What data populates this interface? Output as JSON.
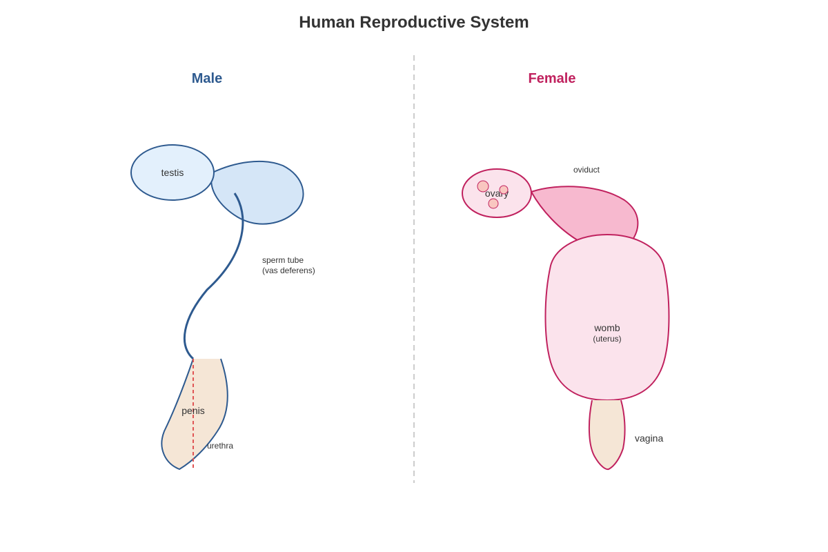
{
  "title": "Human Reproductive System",
  "colors": {
    "male_accent": "#2e5a8f",
    "female_accent": "#c0215e",
    "skin_fill": "#f5e6d6",
    "testis_fill": "#e3f0fc",
    "epididymis_fill": "#d5e6f7",
    "ovary_fill": "#fbe3ec",
    "oviduct_fill": "#f7b9cf",
    "womb_fill": "#fbe3ec",
    "egg_fill": "#f9c6c0",
    "urethra_line": "#e05555",
    "divider": "#cccccc"
  },
  "male": {
    "heading": "Male",
    "labels": {
      "testis": "testis",
      "sperm_tube_line1": "sperm tube",
      "sperm_tube_line2": "(vas deferens)",
      "penis": "penis",
      "urethra": "urethra"
    }
  },
  "female": {
    "heading": "Female",
    "labels": {
      "ovary": "ovary",
      "oviduct": "oviduct",
      "womb_line1": "womb",
      "womb_line2": "(uterus)",
      "vagina": "vagina"
    }
  }
}
